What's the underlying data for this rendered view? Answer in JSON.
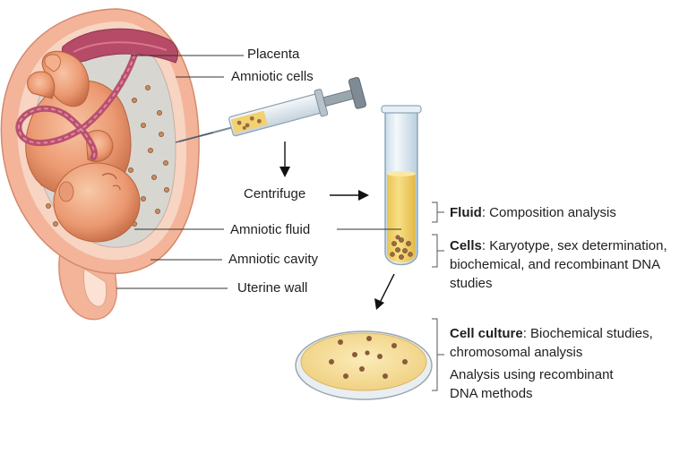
{
  "labels": {
    "placenta": "Placenta",
    "amniotic_cells": "Amniotic cells",
    "centrifuge": "Centrifuge",
    "amniotic_fluid": "Amniotic fluid",
    "amniotic_cavity": "Amniotic cavity",
    "uterine_wall": "Uterine wall"
  },
  "notes": {
    "fluid_title": "Fluid",
    "fluid_text": ": Composition analysis",
    "cells_title": "Cells",
    "cells_text_1": ": Karyotype, sex determination,",
    "cells_text_2": "biochemical, and recombinant DNA",
    "cells_text_3": "studies",
    "culture_title": "Cell culture",
    "culture_text_1": ": Biochemical studies,",
    "culture_text_2": "chromosomal analysis",
    "culture_text_3": "Analysis using recombinant",
    "culture_text_4": "DNA methods"
  },
  "colors": {
    "uterus_outer": "#f3b49a",
    "uterus_inner": "#f8d2bf",
    "amniotic_cavity": "#d7d5d0",
    "fetus_skin": "#e8946a",
    "umbilical_cord": "#b9506d",
    "fluid_yellow": "#f4d56c",
    "cell_brown": "#8a5a3a",
    "dish_medium": "#f5dc94"
  }
}
